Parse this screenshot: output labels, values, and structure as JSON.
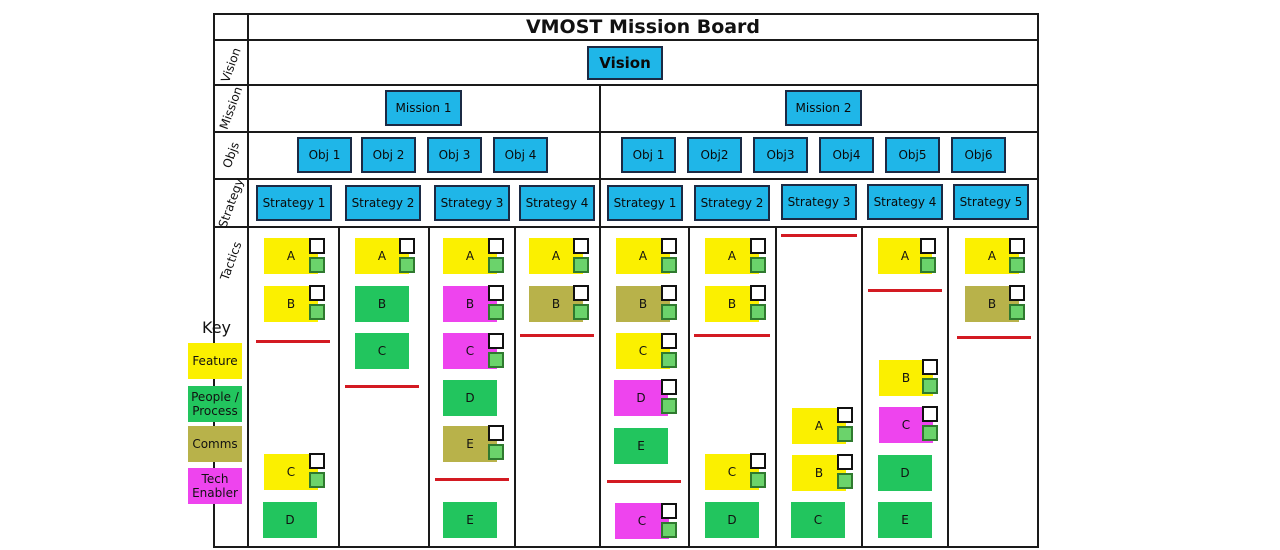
{
  "title": "VMOST Mission Board",
  "row_labels": {
    "vision": "Vision",
    "mission": "Mission",
    "objs": "Objs",
    "strategy": "Strategy",
    "tactics": "Tactics"
  },
  "vision": "Vision",
  "missions": [
    "Mission 1",
    "Mission 2"
  ],
  "objectives_m1": [
    "Obj 1",
    "Obj 2",
    "Obj 3",
    "Obj 4"
  ],
  "objectives_m2": [
    "Obj 1",
    "Obj2",
    "Obj3",
    "Obj4",
    "Obj5",
    "Obj6"
  ],
  "strategies": [
    "Strategy 1",
    "Strategy 2",
    "Strategy 3",
    "Strategy 4",
    "Strategy 1",
    "Strategy 2",
    "Strategy 3",
    "Strategy 4",
    "Strategy 5"
  ],
  "key": {
    "title": "Key",
    "items": [
      {
        "label": "Feature",
        "color": "#fbf000"
      },
      {
        "label": "People / Process",
        "color": "#22c55e"
      },
      {
        "label": "Comms",
        "color": "#b8b24a"
      },
      {
        "label": "Tech Enabler",
        "color": "#ee44ee"
      }
    ]
  },
  "colors": {
    "feature": "#fbf000",
    "people": "#22c55e",
    "comms": "#b8b24a",
    "tech": "#ee44ee",
    "box": "#1fb6e8",
    "wip_line": "#d31a22"
  },
  "tactic_letters": {
    "s1": [
      "A",
      "B",
      "C",
      "D"
    ],
    "s2": [
      "A",
      "B",
      "C"
    ],
    "s3": [
      "A",
      "B",
      "C",
      "D",
      "E",
      "E"
    ],
    "s4": [
      "A",
      "B"
    ],
    "s5": [
      "A",
      "B",
      "C",
      "D",
      "E",
      "C"
    ],
    "s6": [
      "A",
      "B",
      "C",
      "D"
    ],
    "s7": [
      "A",
      "B",
      "C"
    ],
    "s8": [
      "A",
      "B",
      "C",
      "D",
      "E"
    ],
    "s9": [
      "A",
      "B"
    ]
  }
}
